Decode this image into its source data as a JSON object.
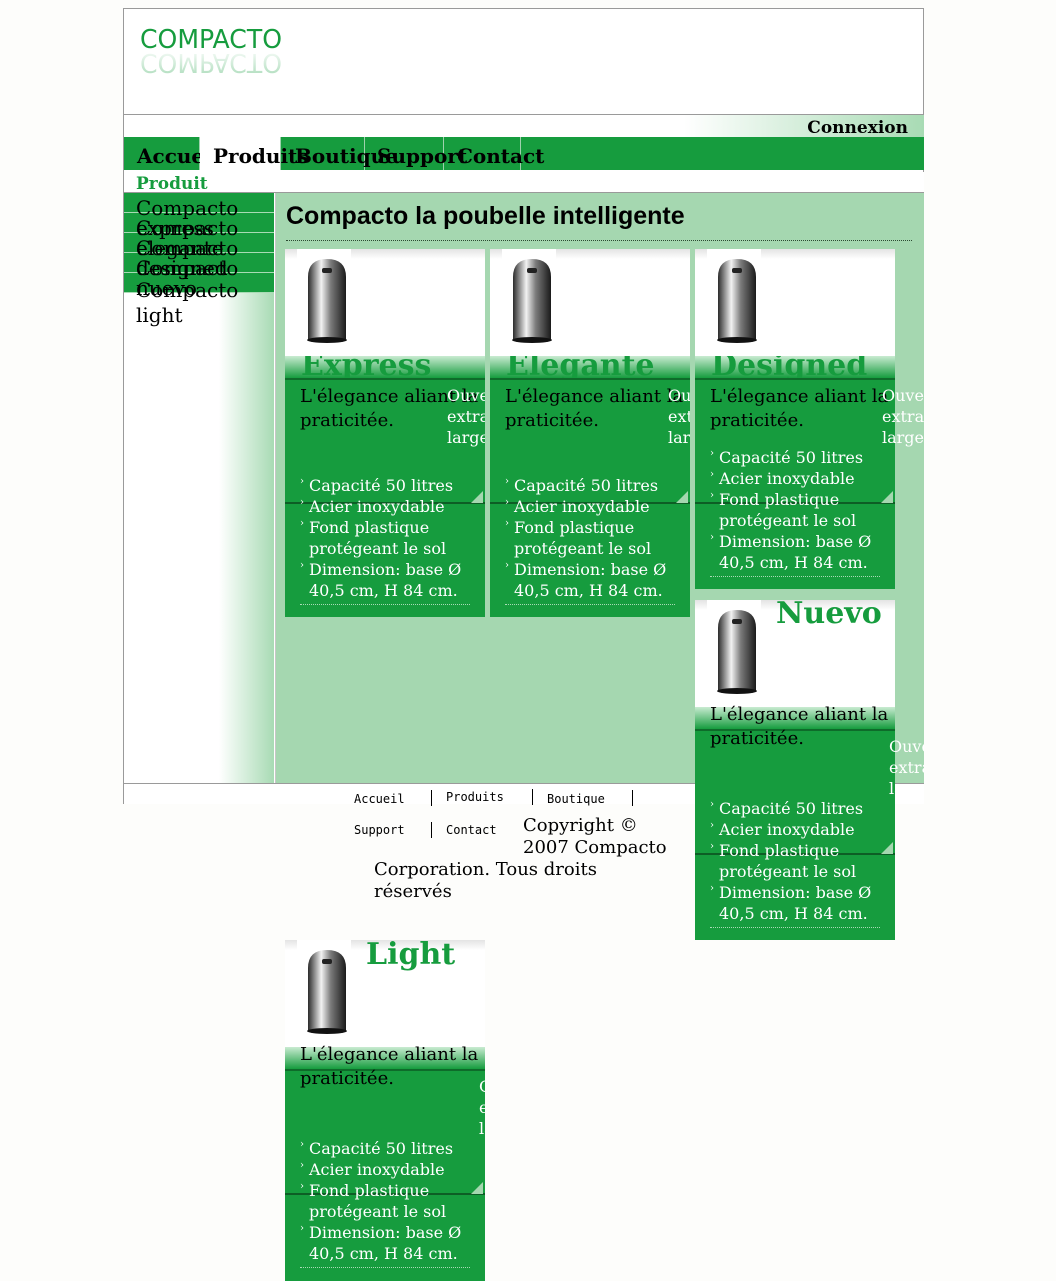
{
  "header": {
    "logo_text": "COMPACTO",
    "login_label": "Connexion"
  },
  "nav": {
    "items": [
      {
        "label": "Accueil"
      },
      {
        "label": "Produits"
      },
      {
        "label": "Boutique"
      },
      {
        "label": "Support"
      },
      {
        "label": "Contact"
      }
    ],
    "active_index": 1
  },
  "breadcrumb": "Produit",
  "sidebar": {
    "items": [
      {
        "label": "Compacto express"
      },
      {
        "label": "Compacto elegante"
      },
      {
        "label": "Compacto designed"
      },
      {
        "label": "Compacto nuevo"
      },
      {
        "label": "Compacto light"
      }
    ]
  },
  "page_title": "Compacto la poubelle intelligente",
  "products": [
    {
      "name": "Express"
    },
    {
      "name": "Elegante"
    },
    {
      "name": "Designed"
    },
    {
      "name": "Nuevo"
    },
    {
      "name": "Light"
    }
  ],
  "product_common": {
    "tagline": "L'élegance aliant la praticitée.",
    "opening": "Ouverture extra large.",
    "features": [
      "Capacité 50 litres",
      "Acier inoxydable",
      "Fond plastique protégeant le sol",
      "Dimension: base Ø 40,5 cm, H 84 cm."
    ]
  },
  "footer": {
    "links": [
      "Accueil",
      "Produits",
      "Boutique",
      "Support",
      "Contact"
    ],
    "copyright_a": "Copyright ©",
    "copyright_b": "2007 Compacto",
    "copyright_c": "Corporation. Tous droits",
    "copyright_d": "réservés"
  },
  "colors": {
    "brand_green": "#169c3e",
    "panel_green": "#a5d7b0"
  }
}
